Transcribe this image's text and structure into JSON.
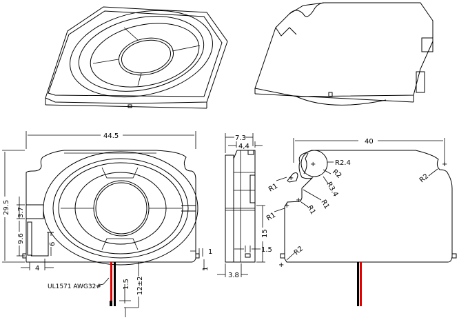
{
  "drawing": {
    "front_view": {
      "width": "44.5",
      "height": "29.5",
      "dim_3_7": "3.7",
      "dim_9_6": "9.6",
      "dim_6": "6",
      "dim_4": "4",
      "dim_1_right": "1",
      "dim_1_bottom": "1",
      "wire_label": "UL1571 AWG32#",
      "wire_strip": "1.5",
      "wire_length": "12±2"
    },
    "side_view": {
      "total_depth": "7.3",
      "depth_4_4": "4,4",
      "base_3_8": "3.8",
      "height_15": "15",
      "tab_1_5": "1.5"
    },
    "back_view": {
      "width": "40",
      "r2_4": "R2.4",
      "r2_a": "R2",
      "r3_4": "R3.4",
      "r1_a": "R1",
      "r1_b": "R1",
      "r1_c": "R1",
      "r1_d": "R1",
      "r2_top_right": "R2",
      "r2_bottom_left": "R2"
    },
    "colors": {
      "wire_red": "#e00000",
      "wire_black": "#000000"
    }
  }
}
